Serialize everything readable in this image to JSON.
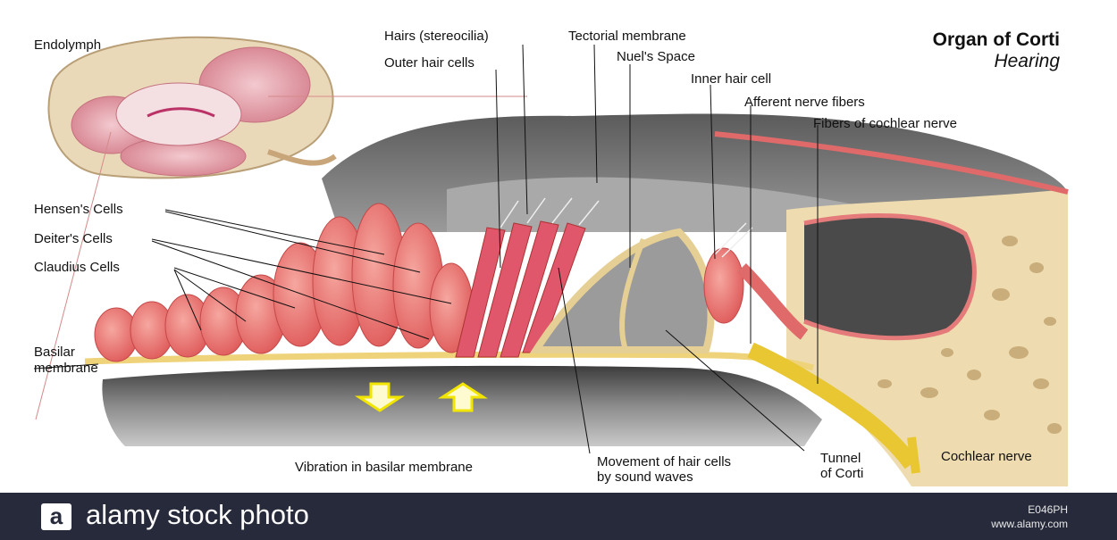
{
  "title": {
    "main": "Organ of Corti",
    "sub": "Hearing"
  },
  "labels": {
    "endolymph": "Endolymph",
    "hairs": "Hairs (stereocilia)",
    "tectorial": "Tectorial membrane",
    "outer_hair": "Outer hair cells",
    "nuels": "Nuel's Space",
    "inner_hair": "Inner hair cell",
    "afferent": "Afferent nerve fibers",
    "fibers_cochlear": "Fibers of cochlear nerve",
    "hensens": "Hensen's Cells",
    "deiters": "Deiter's Cells",
    "claudius": "Claudius Cells",
    "basilar_1": "Basilar",
    "basilar_2": "membrane",
    "vibration": "Vibration in basilar membrane",
    "movement_1": "Movement of hair cells",
    "movement_2": "by sound waves",
    "tunnel_1": "Tunnel",
    "tunnel_2": "of Corti",
    "cochlear_nerve": "Cochlear nerve"
  },
  "watermark": {
    "logo_letter": "a",
    "brand": "alamy stock photo",
    "image_id": "E046PH",
    "site": "www.alamy.com"
  },
  "colors": {
    "footer_bg": "#262a3a",
    "cell_pink": "#e86a6a",
    "bone": "#eedcb0",
    "gray_membrane": "#7d7d7d",
    "arrow_yellow": "#f2e600"
  }
}
